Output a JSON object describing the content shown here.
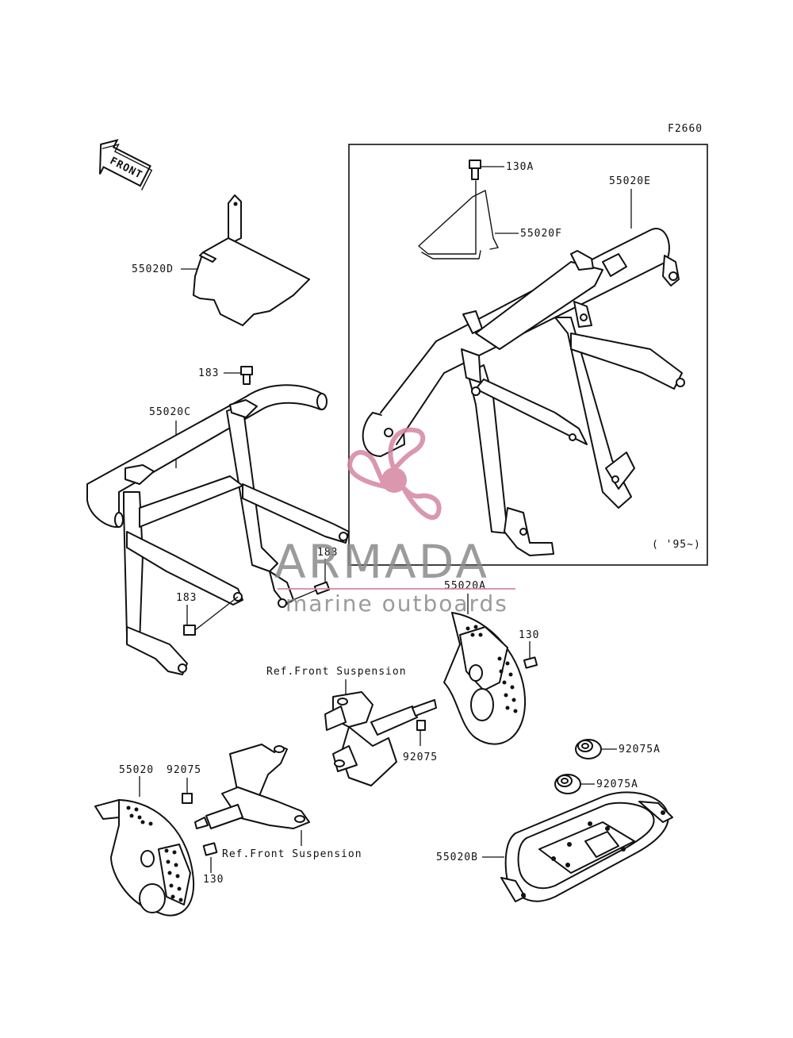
{
  "diagram_code": "F2660",
  "front_arrow": "FRONT",
  "year_note": "( '95~)",
  "labels": {
    "p130A": "130A",
    "p55020F": "55020F",
    "p55020E": "55020E",
    "p55020D": "55020D",
    "p183_top": "183",
    "p55020C": "55020C",
    "p183_mid": "183",
    "p183_left": "183",
    "p55020A": "55020A",
    "p130_right": "130",
    "ref_front_susp_upper": "Ref.Front Suspension",
    "p92075_mid": "92075",
    "p92075A_upper": "92075A",
    "p92075A_lower": "92075A",
    "p55020": "55020",
    "p92075_left": "92075",
    "ref_front_susp_lower": "Ref.Front Suspension",
    "p130_left": "130",
    "p55020B": "55020B"
  },
  "watermark": {
    "title": "ARMADA",
    "subtitle": "marine outboards",
    "color": "#d4869f"
  }
}
